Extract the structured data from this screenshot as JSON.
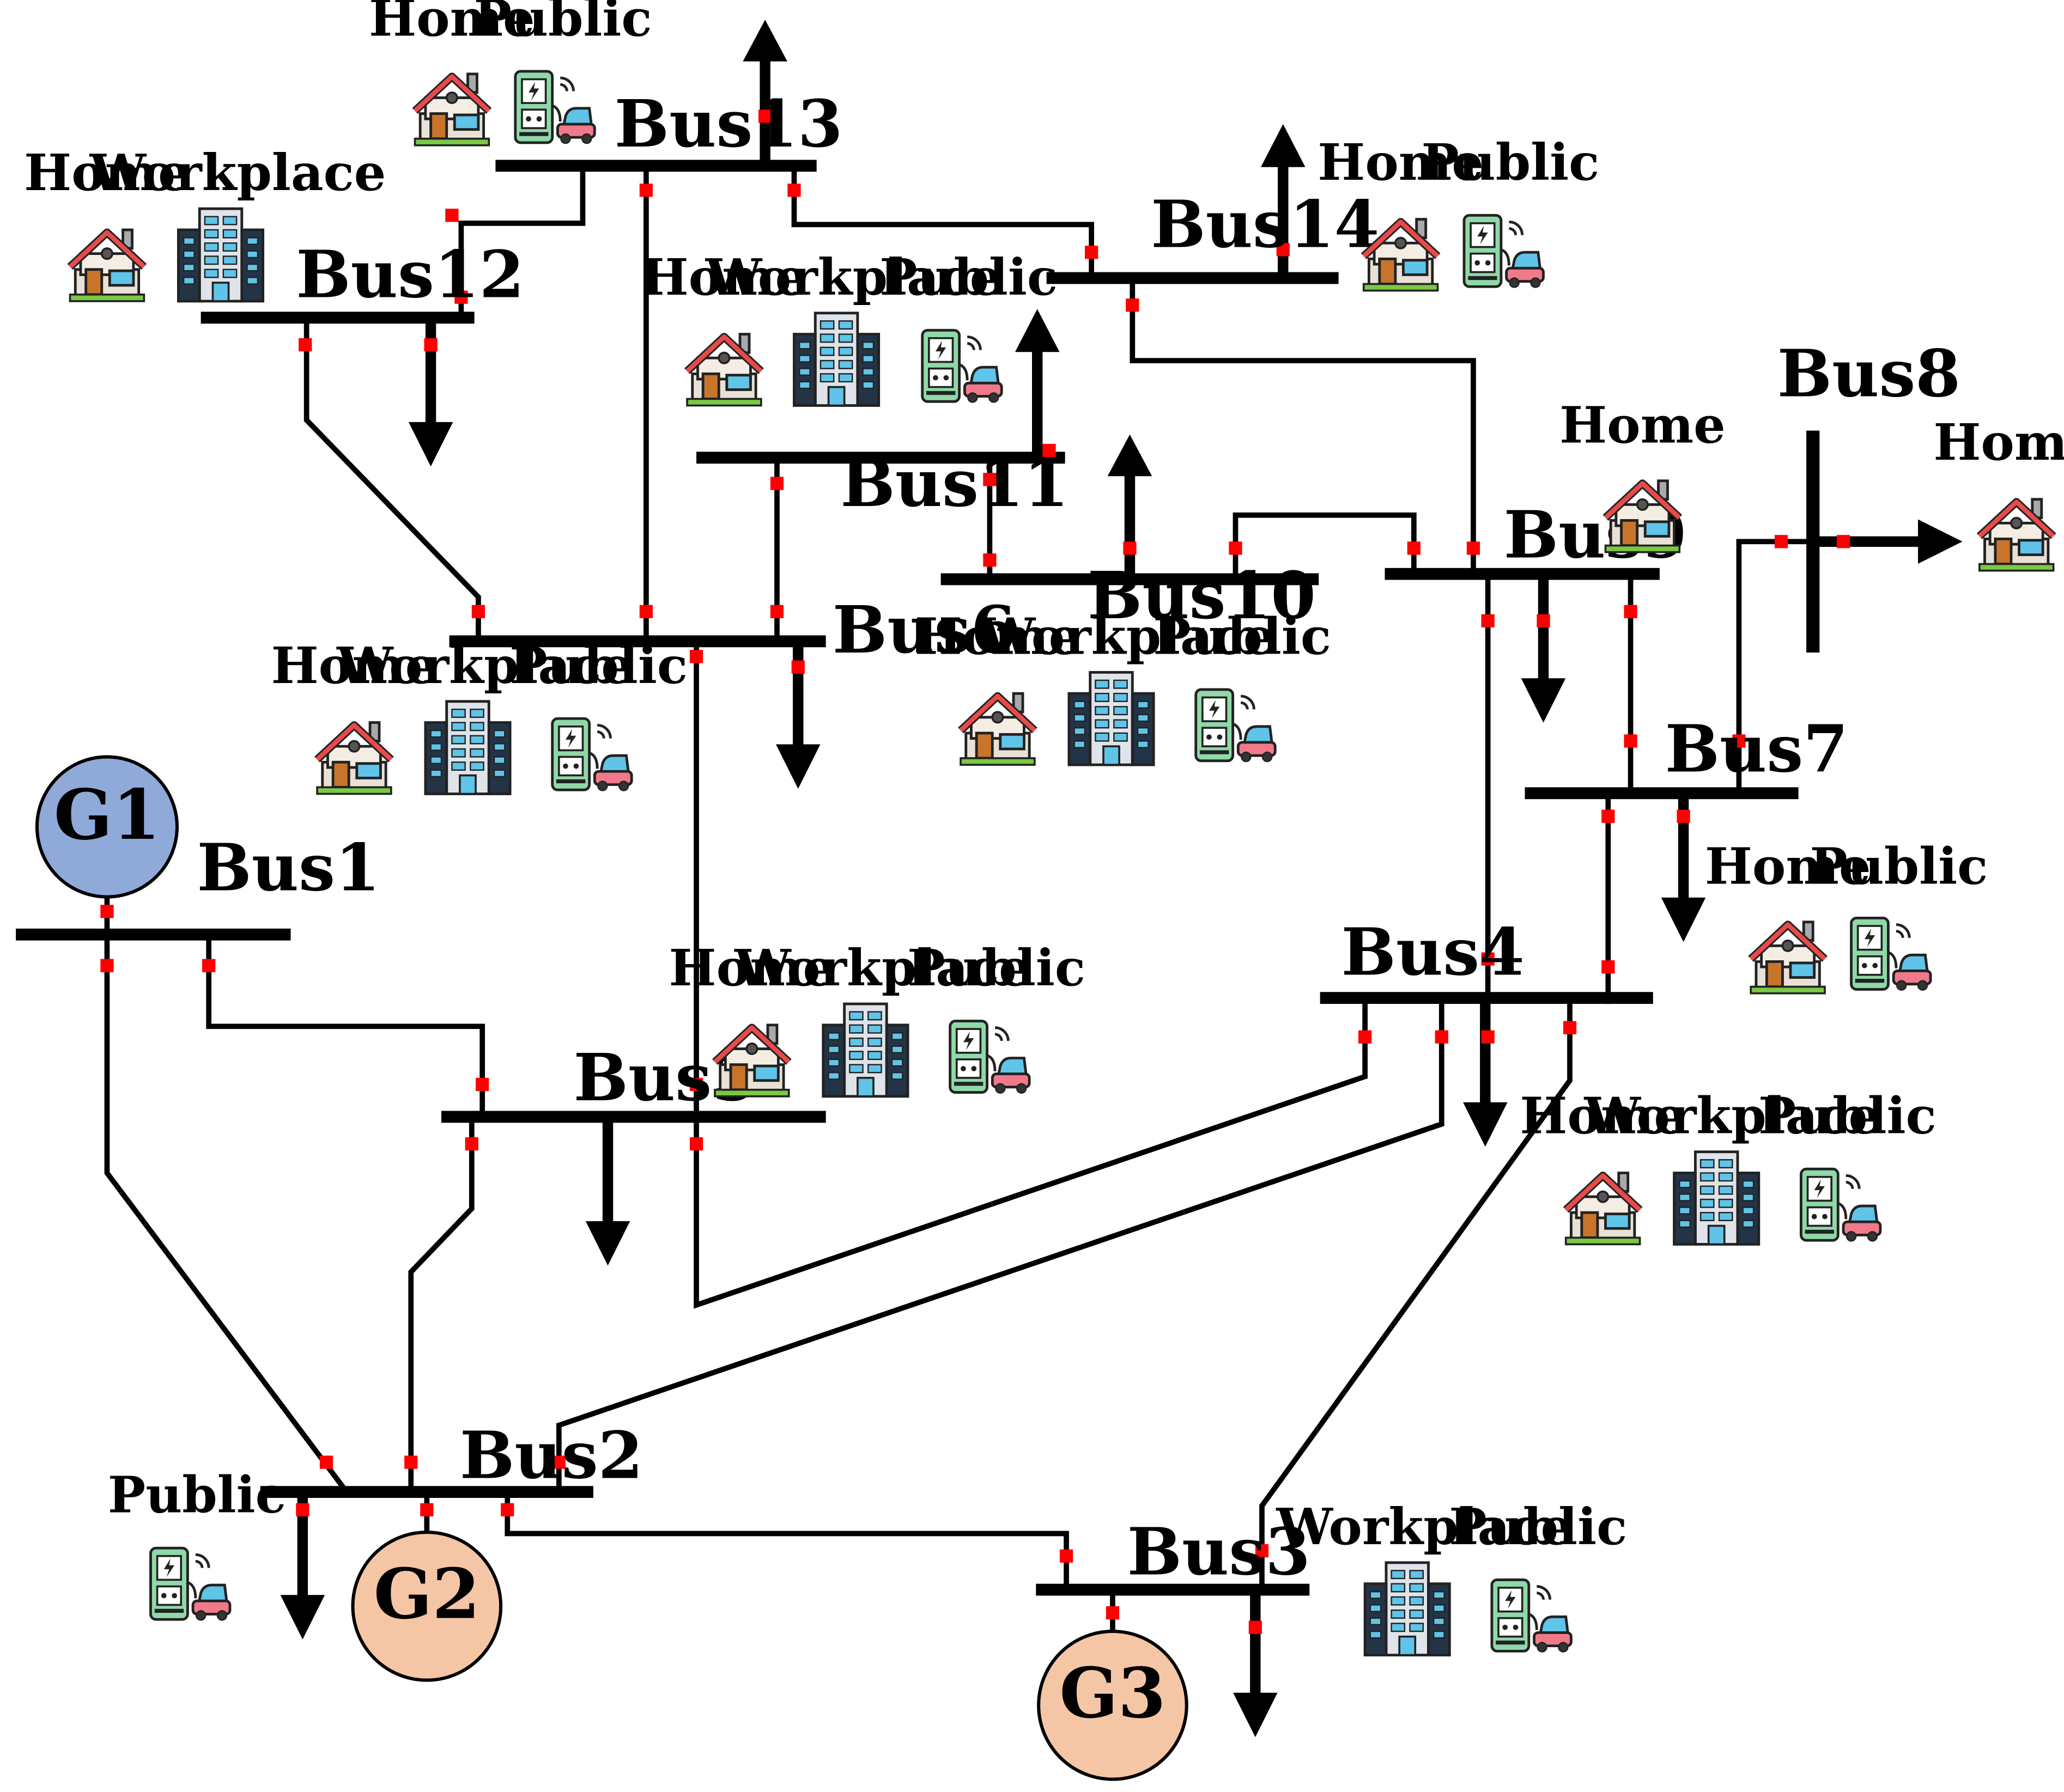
{
  "colors": {
    "line": "#000000",
    "breaker": "#ff0000",
    "g1_fill": "#8fa9d9",
    "g2_fill": "#f5c6a5",
    "g3_fill": "#f5c6a5",
    "house_roof": "#e84a4a",
    "house_door": "#c8752b",
    "house_grass": "#7ac943",
    "building_body": "#243447",
    "building_window": "#5fc4e8",
    "charger_body": "#8fd9a8",
    "car_body": "#f07a8a"
  },
  "generators": {
    "g1": "G1",
    "g2": "G2",
    "g3": "G3"
  },
  "buses": {
    "bus1": "Bus1",
    "bus2": "Bus2",
    "bus3": "Bus3",
    "bus4": "Bus4",
    "bus5": "Bus5",
    "bus6": "Bus6",
    "bus7": "Bus7",
    "bus8": "Bus8",
    "bus9": "Bus9",
    "bus10": "Bus10",
    "bus11": "Bus11",
    "bus12": "Bus12",
    "bus13": "Bus13",
    "bus14": "Bus14"
  },
  "load_groups": {
    "bus13": [
      "Home",
      "Public"
    ],
    "bus12": [
      "Home",
      "Workplace"
    ],
    "bus14": [
      "Home",
      "Public"
    ],
    "bus11": [
      "Home",
      "Workplace",
      "Public"
    ],
    "bus8": [
      "Home"
    ],
    "bus9": [
      "Home"
    ],
    "bus6": [
      "Home",
      "Workplace",
      "Public"
    ],
    "bus10": [
      "Home",
      "Workplace",
      "Public"
    ],
    "bus7": [
      "Home",
      "Public"
    ],
    "bus5": [
      "Home",
      "Workplace",
      "Public"
    ],
    "bus4": [
      "Home",
      "Workplace",
      "Public"
    ],
    "bus2": [
      "Public"
    ],
    "bus3": [
      "Workplace",
      "Public"
    ]
  },
  "icon_types": [
    "house-icon",
    "office-building-icon",
    "ev-charger-icon",
    "load-arrow-icon",
    "breaker-icon"
  ]
}
